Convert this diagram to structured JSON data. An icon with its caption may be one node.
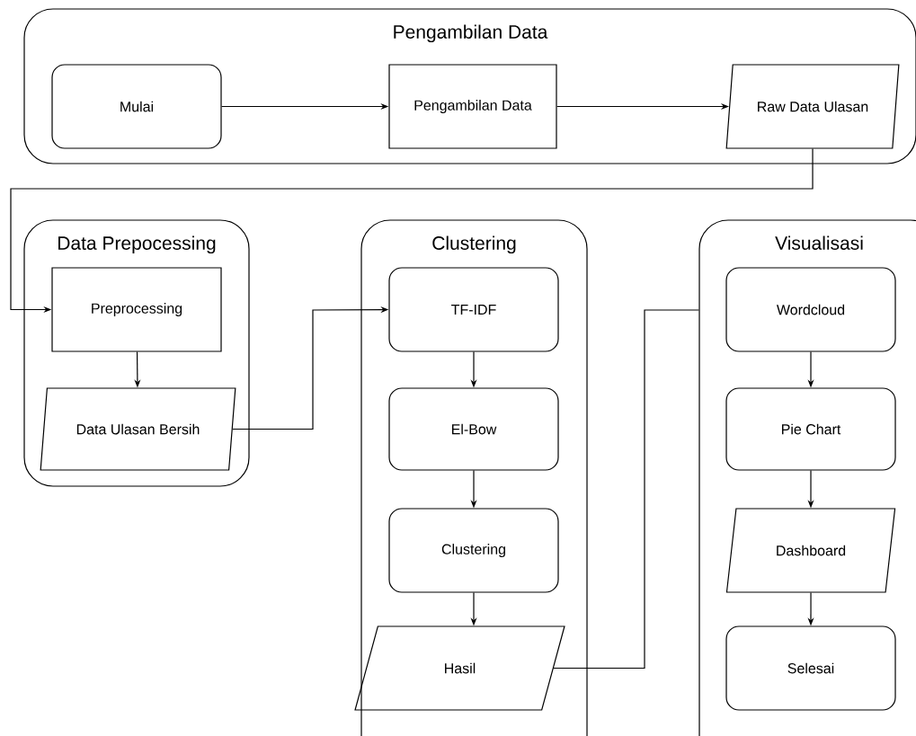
{
  "diagram": {
    "nodes": [
      {
        "text": [
          "Pengambilan Data"
        ]
      },
      {
        "text": [
          "Mulai"
        ],
        "in": 0
      },
      {
        "text": [
          "Pengambilan Data"
        ],
        "in": 0
      },
      {
        "text": [
          "Raw Data Ulasan"
        ],
        "in": 0
      },
      {
        "text": [
          "Data Prepocessing"
        ]
      },
      {
        "text": [
          "Preprocessing"
        ],
        "in": 4
      },
      {
        "text": [
          "Data Ulasan Bersih"
        ],
        "in": 4
      },
      {
        "text": [
          "Clustering"
        ]
      },
      {
        "text": [
          "TF-IDF"
        ],
        "in": 7
      },
      {
        "text": [
          "El-Bow"
        ],
        "in": 7
      },
      {
        "text": [
          "Clustering"
        ],
        "in": 7
      },
      {
        "text": [
          "Hasil"
        ],
        "in": 7
      },
      {
        "text": [
          "Visualisasi"
        ]
      },
      {
        "text": [
          "Wordcloud"
        ],
        "in": 12
      },
      {
        "text": [
          "Pie Chart"
        ],
        "in": 12
      },
      {
        "text": [
          "Dashboard"
        ],
        "in": 12
      },
      {
        "text": [
          "Selesai"
        ],
        "in": 12
      }
    ],
    "edges": [
      {
        "from": 1,
        "to": 2,
        "arrow": "to"
      },
      {
        "from": 2,
        "to": 3,
        "arrow": "to"
      },
      {
        "from": 3,
        "to": 5,
        "arrow": "to"
      },
      {
        "from": 5,
        "to": 6,
        "arrow": "to"
      },
      {
        "from": 6,
        "to": 8,
        "arrow": "to"
      },
      {
        "from": 8,
        "to": 9,
        "arrow": "to"
      },
      {
        "from": 9,
        "to": 10,
        "arrow": "to"
      },
      {
        "from": 10,
        "to": 11,
        "arrow": "to"
      },
      {
        "from": 11,
        "to": 12,
        "arrow": "none"
      },
      {
        "from": 13,
        "to": 14,
        "arrow": "to"
      },
      {
        "from": 14,
        "to": 15,
        "arrow": "to"
      },
      {
        "from": 15,
        "to": 16,
        "arrow": "to"
      }
    ]
  }
}
